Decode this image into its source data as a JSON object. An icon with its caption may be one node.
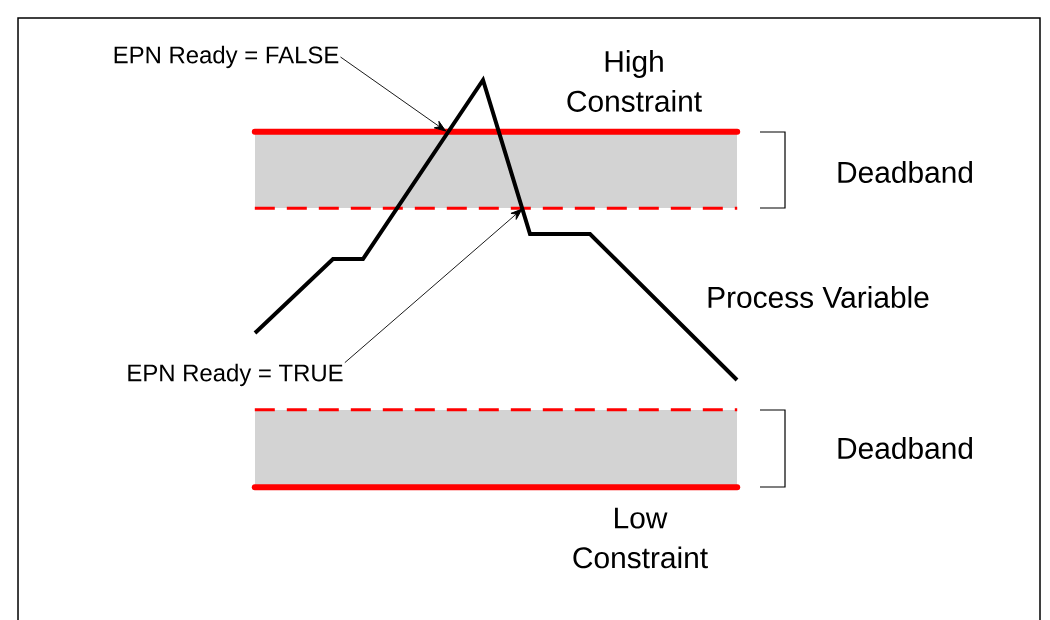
{
  "diagram": {
    "nodes": [
      {
        "text": [
          "EPN Ready = FALSE"
        ]
      },
      {
        "text": [
          "EPN Ready = TRUE"
        ]
      },
      {
        "text": [],
        "shape": "band"
      },
      {
        "text": [],
        "shape": "band"
      }
    ],
    "edges": [
      {
        "from": 0,
        "to": 2,
        "arrow": "to"
      },
      {
        "from": 1,
        "to": 2,
        "arrow": "to"
      }
    ],
    "labels": [
      "High Constraint",
      "Deadband",
      "Process Variable",
      "Deadband",
      "Low Constraint"
    ]
  }
}
